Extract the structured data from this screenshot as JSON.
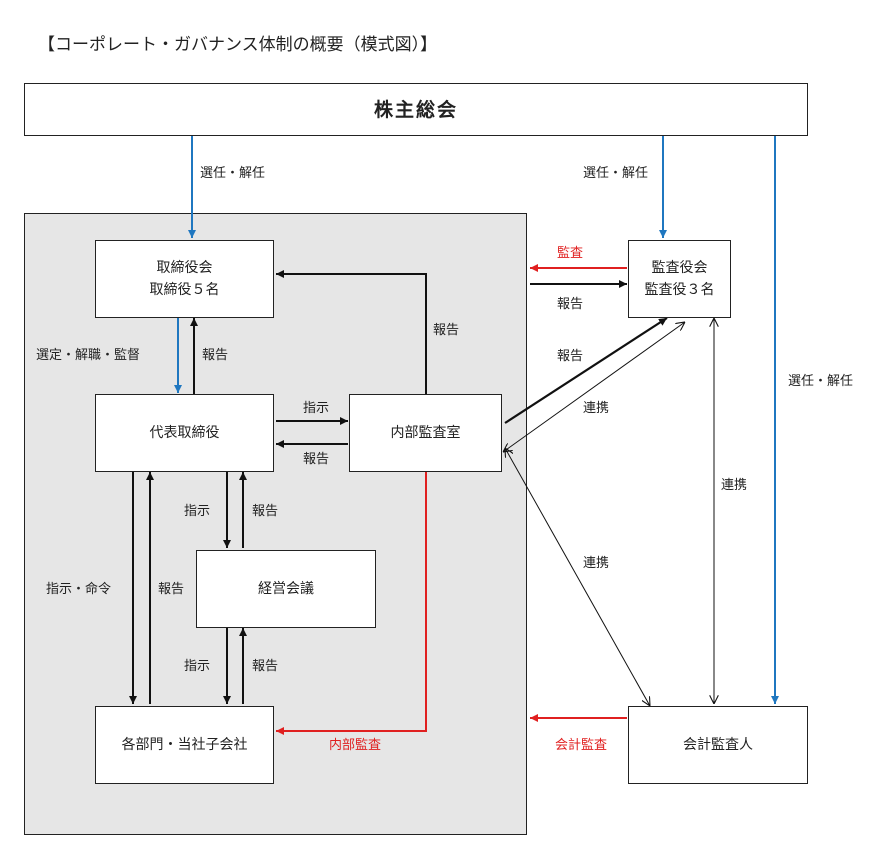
{
  "title": "【コーポレート・ガバナンス体制の概要（模式図）】",
  "colors": {
    "blue": "#1f77c0",
    "red": "#e02020",
    "black": "#111111",
    "panel": "#e6e6e6"
  },
  "nodes": {
    "shareholders_meeting": "株主総会",
    "board_line1": "取締役会",
    "board_line2": "取締役５名",
    "representative_director": "代表取締役",
    "internal_audit_office": "内部監査室",
    "management_meeting": "経営会議",
    "audit_board_line1": "監査役会",
    "audit_board_line2": "監査役３名",
    "departments": "各部門・当社子会社",
    "accounting_auditor": "会計監査人"
  },
  "labels": {
    "elect_dismiss_board": "選任・解任",
    "elect_dismiss_auditors": "選任・解任",
    "elect_dismiss_accountant": "選任・解任",
    "audit": "監査",
    "report_to_board_from_auditors": "報告",
    "report_internal_to_board": "報告",
    "report_internal_to_auditors": "報告",
    "select_dismiss_supervise": "選定・解職・監督",
    "report_rep_to_board": "報告",
    "instruct_rep_to_internal": "指示",
    "report_internal_to_rep": "報告",
    "coop_internal_auditors": "連携",
    "coop_auditors_accountant": "連携",
    "coop_internal_accountant": "連携",
    "instruct_rep_to_mgmt": "指示",
    "report_mgmt_to_rep": "報告",
    "instruct_order_rep_to_depts": "指示・命令",
    "report_depts_to_rep": "報告",
    "instruct_mgmt_to_depts": "指示",
    "report_depts_to_mgmt": "報告",
    "internal_audit": "内部監査",
    "accounting_audit": "会計監査"
  }
}
